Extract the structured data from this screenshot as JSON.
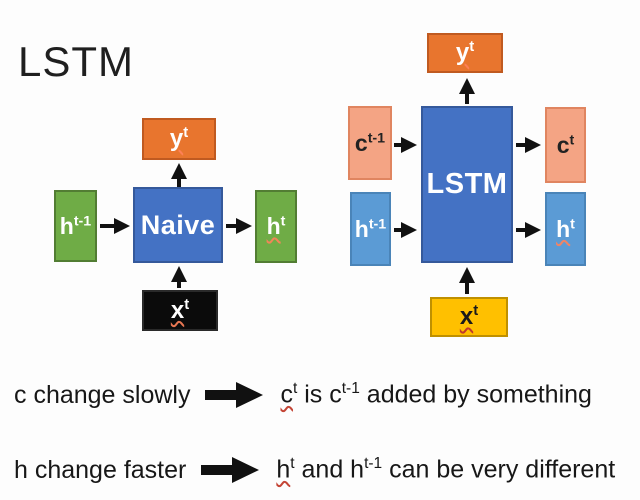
{
  "title": "LSTM",
  "colors": {
    "orange_fill": "#e8752e",
    "orange_border": "#c05a20",
    "green_fill": "#6fac46",
    "green_border": "#527d33",
    "blue_fill": "#4472c4",
    "blue_border": "#35599b",
    "salmon_fill": "#f4a484",
    "salmon_border": "#e08560",
    "lightblue_fill": "#5b9bd5",
    "lightblue_border": "#4a84b8",
    "gold_fill": "#ffc000",
    "gold_border": "#bf9000",
    "black_fill": "#0b0b0b",
    "arrow_color": "#111111",
    "underline_color": "#c44536",
    "background": "#fdfdfd",
    "text_color": "#1a1a1a"
  },
  "diagram_left": {
    "cell_name": "Naive",
    "boxes": {
      "y": [
        {
          "t": "y",
          "u": true
        },
        {
          "sup": "t"
        }
      ],
      "h_prev": [
        {
          "t": "h"
        },
        {
          "sup": "t-1"
        }
      ],
      "cell": [
        {
          "t": "Naive"
        }
      ],
      "h_next": [
        {
          "t": "h",
          "u": true
        },
        {
          "sup": "t"
        }
      ],
      "x": [
        {
          "t": "x",
          "u": true
        },
        {
          "sup": "t"
        }
      ]
    }
  },
  "diagram_right": {
    "cell_name": "LSTM",
    "boxes": {
      "y": [
        {
          "t": "y",
          "u": true
        },
        {
          "sup": "t"
        }
      ],
      "c_prev": [
        {
          "t": "c"
        },
        {
          "sup": "t-1"
        }
      ],
      "c_next": [
        {
          "t": "c"
        },
        {
          "sup": "t"
        }
      ],
      "cell": [
        {
          "t": "LSTM"
        }
      ],
      "h_prev": [
        {
          "t": "h"
        },
        {
          "sup": "t-1"
        }
      ],
      "h_next": [
        {
          "t": "h",
          "u": true
        },
        {
          "sup": "t"
        }
      ],
      "x": [
        {
          "t": "x",
          "u": true
        },
        {
          "sup": "t"
        }
      ]
    }
  },
  "notes": [
    {
      "left": "c change slowly",
      "right": [
        {
          "t": "c",
          "u": true
        },
        {
          "sup": "t"
        },
        {
          "t": " is c"
        },
        {
          "sup": "t-1"
        },
        {
          "t": " added by something"
        }
      ]
    },
    {
      "left": "h change faster",
      "right": [
        {
          "t": "h",
          "u": true
        },
        {
          "sup": "t"
        },
        {
          "t": " and h"
        },
        {
          "sup": "t-1"
        },
        {
          "t": " can be very different"
        }
      ]
    }
  ]
}
